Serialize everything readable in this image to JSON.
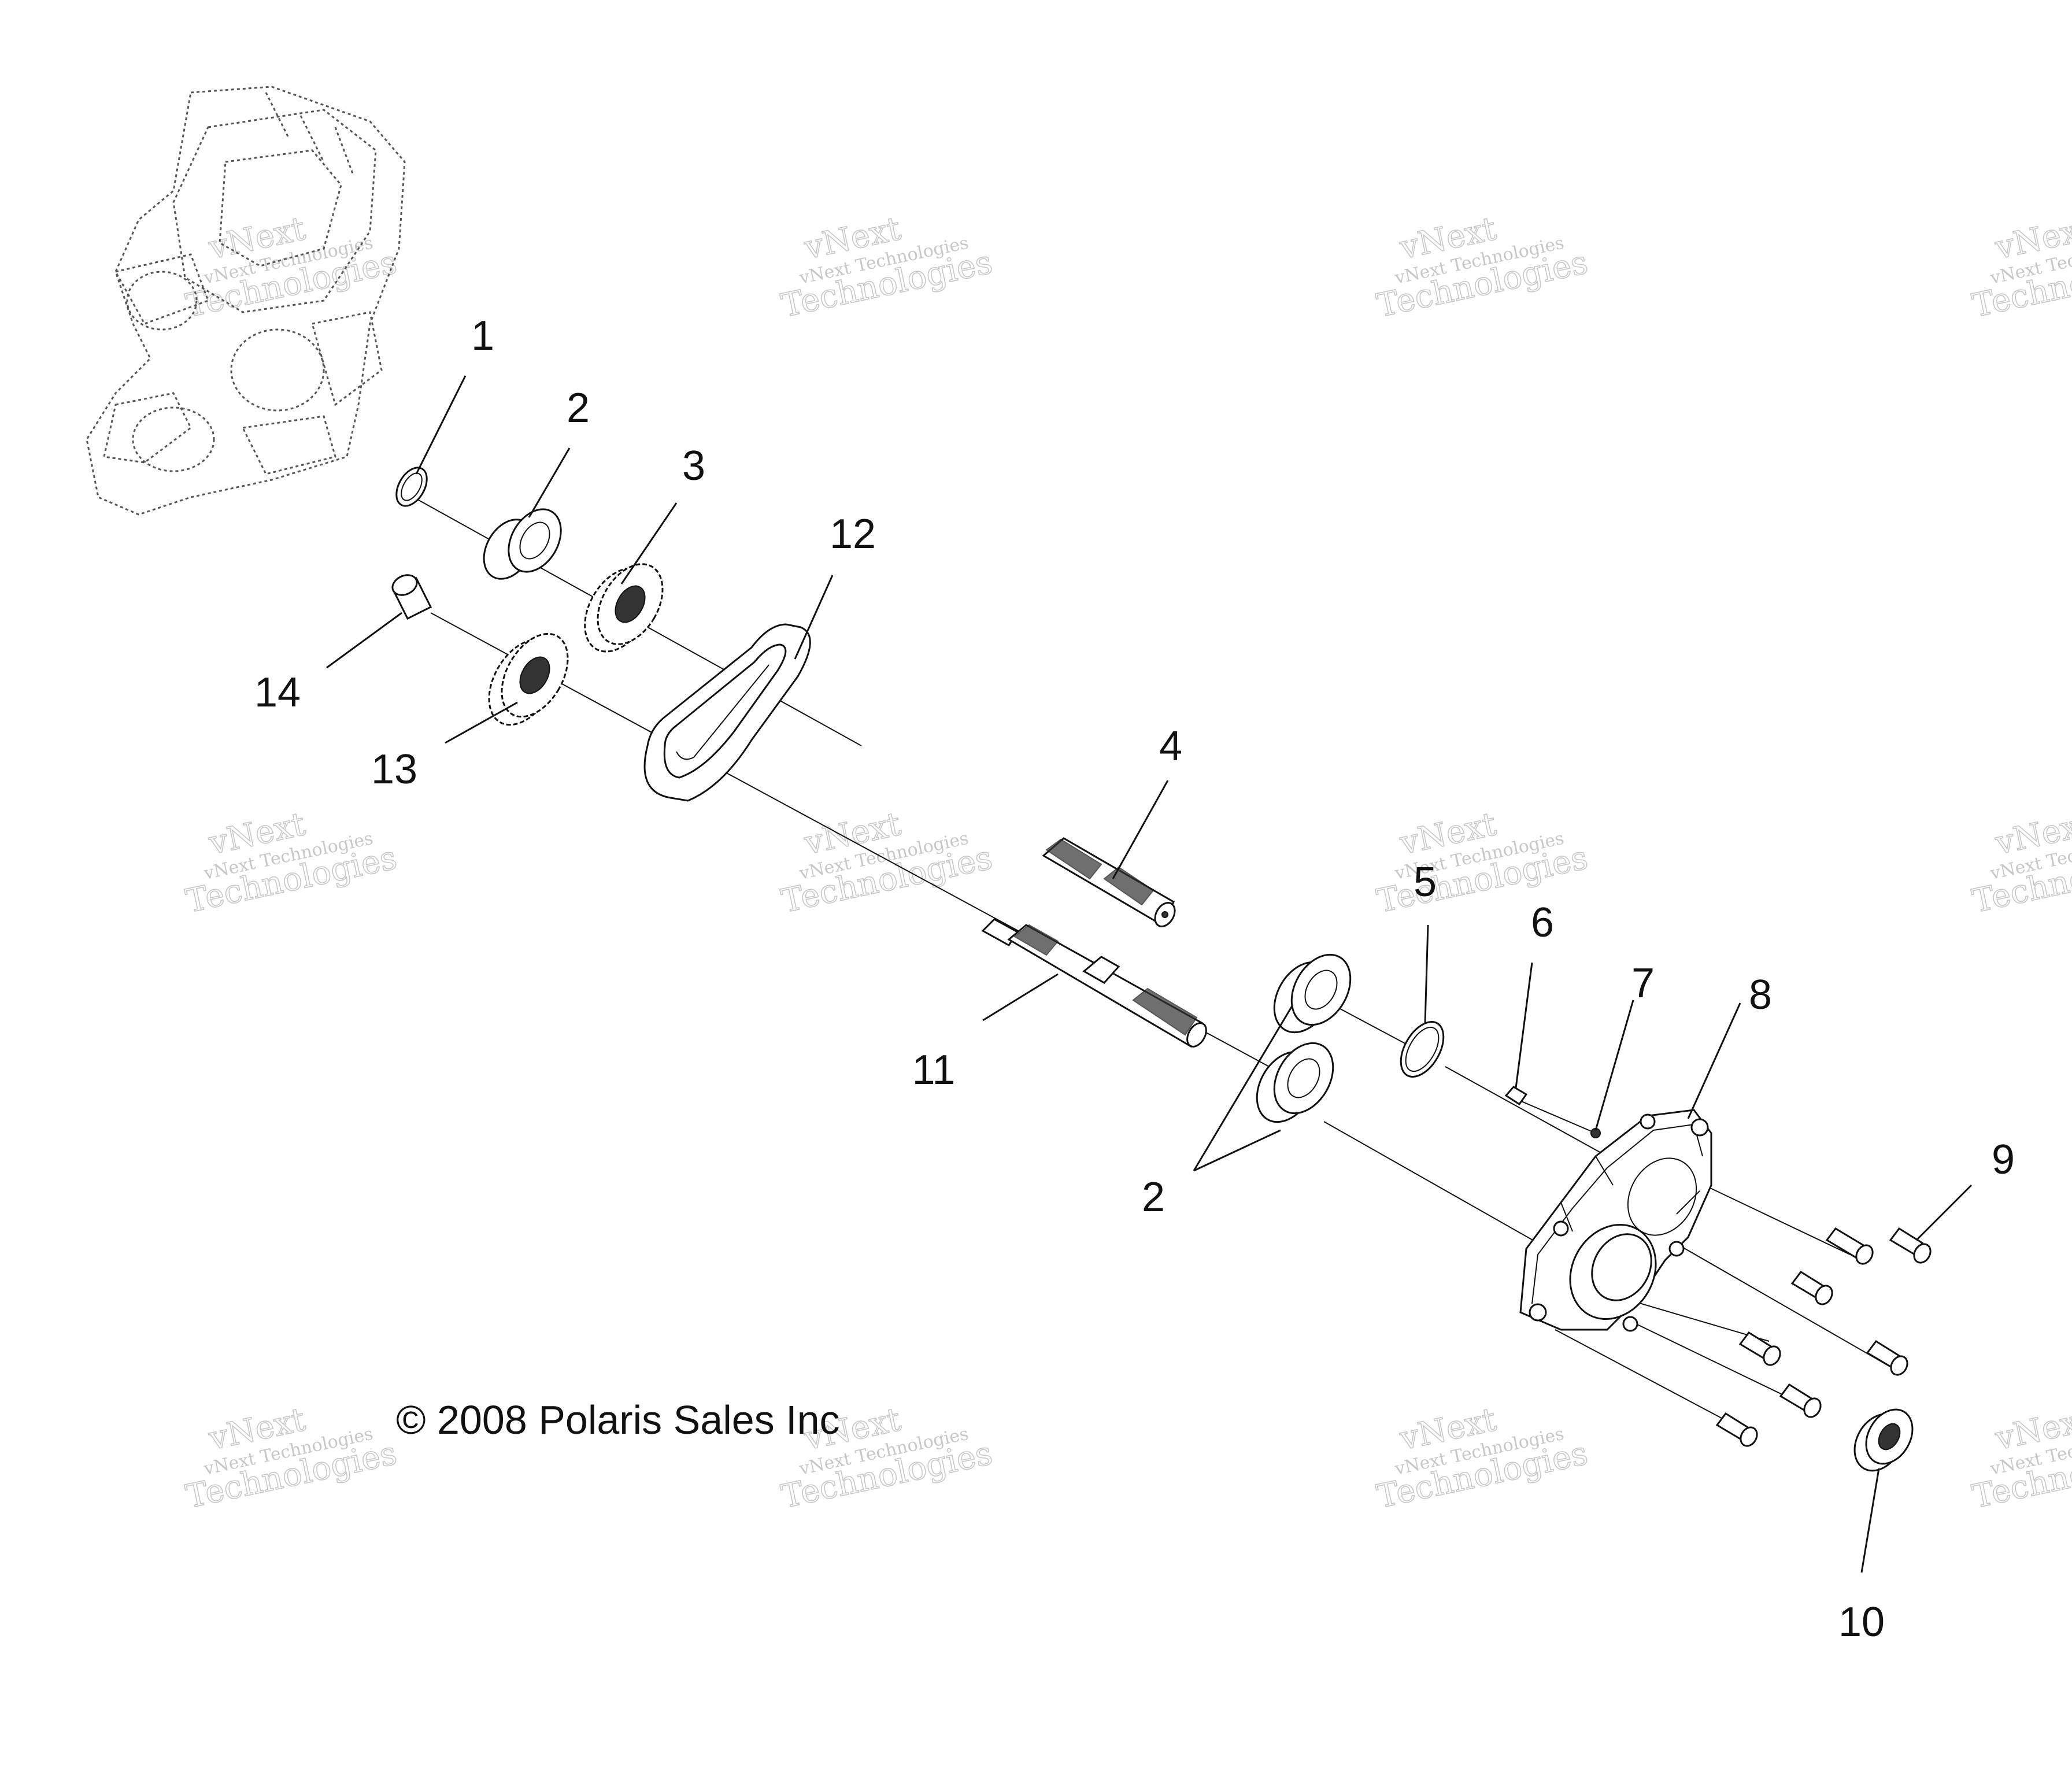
{
  "copyright": "© 2008 Polaris Sales Inc",
  "watermark": {
    "line1": "vNext",
    "line2": "vNext Technologies",
    "line3": "Technologies"
  },
  "callouts": {
    "c1": "1",
    "c2a": "2",
    "c3": "3",
    "c12": "12",
    "c14": "14",
    "c13": "13",
    "c4": "4",
    "c5": "5",
    "c6": "6",
    "c7": "7",
    "c8": "8",
    "c9": "9",
    "c11": "11",
    "c2b": "2",
    "c10": "10"
  }
}
